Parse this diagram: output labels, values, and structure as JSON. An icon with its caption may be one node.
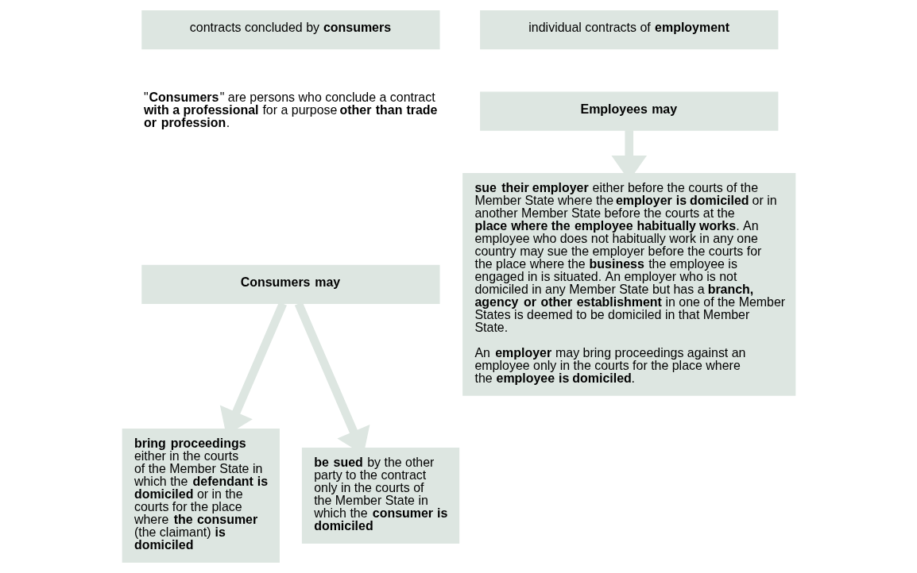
{
  "diagram": {
    "nodes": [
      {
        "text": [
          "contracts concluded by **consumers**"
        ]
      },
      {
        "text": [
          "individual contracts of **employment**"
        ]
      },
      {
        "text": [
          "Employees may"
        ]
      },
      {
        "text": [
          "Consumers may"
        ]
      },
      {
        "text": [
          "**sue their employer** either before the courts of the Member State where the **employer is domiciled** or in another Member State before the courts at the **place where the employee habitually works**. An employee who does not habitually work in any one country may sue the employer before the courts for the place where the **business** the employee is engaged in is situated. An employer who is not domiciled in any Member State but has a **branch, agency or other establishment** in one of the Member States is deemed to be domiciled in that Member State.",
          "An **employer** may bring proceedings against an employee only in the courts for the place where the **employee is domiciled**."
        ]
      },
      {
        "text": [
          "**bring proceedings** either in the courts of the Member State in which the **defendant is domiciled** or in the courts for the place where **the consumer** (the claimant) **is domiciled**"
        ]
      },
      {
        "text": [
          "**be sued** by the other party to the contract only in the courts of the Member State in which the **consumer is domiciled**"
        ]
      }
    ],
    "edges": [
      {
        "from": 2,
        "to": 4,
        "arrow": "to"
      },
      {
        "from": 3,
        "to": 5,
        "arrow": "to"
      },
      {
        "from": 3,
        "to": 6,
        "arrow": "to"
      }
    ],
    "labels": [
      "\"**Consumers**\" are persons who conclude a contract **with a professional** for a purpose **other than trade or profession**."
    ]
  }
}
